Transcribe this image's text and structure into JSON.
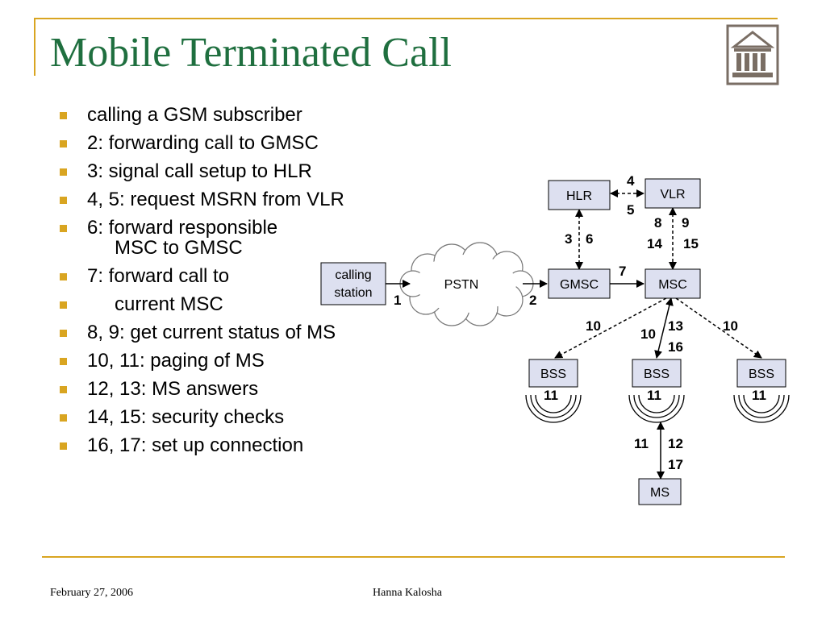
{
  "slide": {
    "title": "Mobile Terminated Call",
    "logo_icon": "university-building-icon",
    "footer_date": "February 27, 2006",
    "footer_author": "Hanna Kalosha"
  },
  "bullets": [
    {
      "text": "calling a GSM subscriber"
    },
    {
      "text": "2: forwarding call to GMSC"
    },
    {
      "text": "3: signal call setup to HLR"
    },
    {
      "text": "4, 5: request MSRN from VLR"
    },
    {
      "text": "6: forward responsible",
      "cont": "MSC to GMSC"
    },
    {
      "text": "7: forward call to"
    },
    {
      "text": "current MSC",
      "indent": true
    },
    {
      "text": "8, 9: get current status of MS"
    },
    {
      "text": "10, 11: paging of MS"
    },
    {
      "text": "12, 13: MS answers"
    },
    {
      "text": "14, 15: security checks"
    },
    {
      "text": "16, 17: set up connection"
    }
  ],
  "diagram": {
    "nodes": {
      "calling_line1": "calling",
      "calling_line2": "station",
      "pstn": "PSTN",
      "gmsc": "GMSC",
      "msc": "MSC",
      "hlr": "HLR",
      "vlr": "VLR",
      "bss_left": "BSS",
      "bss_center": "BSS",
      "bss_right": "BSS",
      "ms": "MS"
    },
    "labels": {
      "l1": "1",
      "l2": "2",
      "l3": "3",
      "l6": "6",
      "l4": "4",
      "l5": "5",
      "l7": "7",
      "l8": "8",
      "l9": "9",
      "l14": "14",
      "l15": "15",
      "l10_left": "10",
      "l10_center": "10",
      "l13": "13",
      "l16": "16",
      "l10_right": "10",
      "l11_left": "11",
      "l11_center": "11",
      "l11_right": "11",
      "l11_ms": "11",
      "l12": "12",
      "l17": "17"
    },
    "colors": {
      "box_fill": "#dde0f0",
      "line": "#000000",
      "accent": "#d9a521",
      "title": "#1f6f3f"
    }
  }
}
